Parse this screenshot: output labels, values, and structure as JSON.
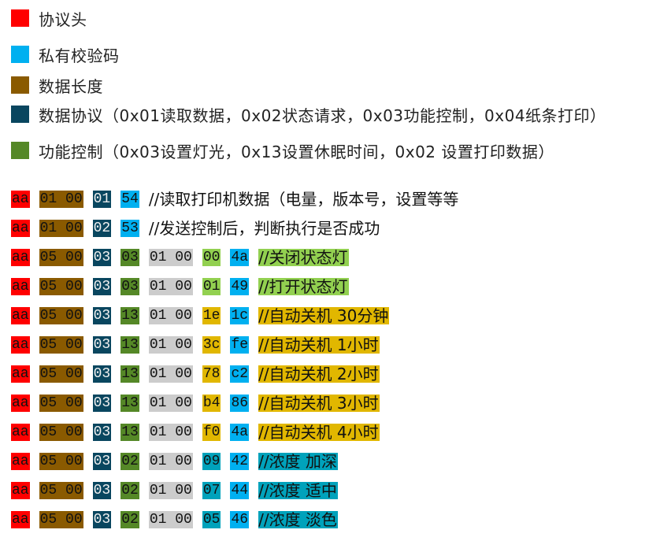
{
  "colors": {
    "header": "#ff0000",
    "checksum": "#00b0f0",
    "length": "#8a5a00",
    "protocol": "#09465f",
    "function": "#558827",
    "payload": "#cccccc",
    "light_green": "#92d050",
    "gold": "#e1b700",
    "teal": "#00a2bb"
  },
  "legend": [
    {
      "label": "协议头",
      "color": "#ff0000"
    },
    {
      "label": "私有校验码",
      "color": "#00b0f0"
    },
    {
      "label": "数据长度",
      "color": "#8a5a00"
    },
    {
      "label": "数据协议（0x01读取数据，0x02状态请求，0x03功能控制，0x04纸条打印）",
      "color": "#09465f"
    },
    {
      "label": "功能控制（0x03设置灯光，0x13设置休眠时间，0x02 设置打印数据）",
      "color": "#558827"
    }
  ],
  "rows": [
    {
      "segments": [
        {
          "t": "aa",
          "c": "#ff0000"
        },
        {
          "t": "01 00",
          "c": "#8a5a00"
        },
        {
          "t": "01",
          "c": "#09465f",
          "light": true
        },
        {
          "t": "54",
          "c": "#00b0f0"
        }
      ],
      "comment": {
        "t": "//读取打印机数据（电量，版本号，设置等等",
        "c": ""
      }
    },
    {
      "segments": [
        {
          "t": "aa",
          "c": "#ff0000"
        },
        {
          "t": "01 00",
          "c": "#8a5a00"
        },
        {
          "t": "02",
          "c": "#09465f",
          "light": true
        },
        {
          "t": "53",
          "c": "#00b0f0"
        }
      ],
      "comment": {
        "t": "//发送控制后，判断执行是否成功",
        "c": ""
      }
    },
    {
      "segments": [
        {
          "t": "aa",
          "c": "#ff0000"
        },
        {
          "t": "05 00",
          "c": "#8a5a00"
        },
        {
          "t": "03",
          "c": "#09465f",
          "light": true
        },
        {
          "t": "03",
          "c": "#558827"
        },
        {
          "t": "01 00",
          "c": "#cccccc"
        },
        {
          "t": "00",
          "c": "#92d050"
        },
        {
          "t": "4a",
          "c": "#00b0f0"
        }
      ],
      "comment": {
        "t": "//关闭状态灯",
        "c": "#92d050"
      }
    },
    {
      "segments": [
        {
          "t": "aa",
          "c": "#ff0000"
        },
        {
          "t": "05 00",
          "c": "#8a5a00"
        },
        {
          "t": "03",
          "c": "#09465f",
          "light": true
        },
        {
          "t": "03",
          "c": "#558827"
        },
        {
          "t": "01 00",
          "c": "#cccccc"
        },
        {
          "t": "01",
          "c": "#92d050"
        },
        {
          "t": "49",
          "c": "#00b0f0"
        }
      ],
      "comment": {
        "t": "//打开状态灯",
        "c": "#92d050"
      }
    },
    {
      "segments": [
        {
          "t": "aa",
          "c": "#ff0000"
        },
        {
          "t": "05 00",
          "c": "#8a5a00"
        },
        {
          "t": "03",
          "c": "#09465f",
          "light": true
        },
        {
          "t": "13",
          "c": "#558827"
        },
        {
          "t": "01 00",
          "c": "#cccccc"
        },
        {
          "t": "1e",
          "c": "#e1b700"
        },
        {
          "t": "1c",
          "c": "#00b0f0"
        }
      ],
      "comment": {
        "t": "//自动关机 30分钟",
        "c": "#e1b700"
      }
    },
    {
      "segments": [
        {
          "t": "aa",
          "c": "#ff0000"
        },
        {
          "t": "05 00",
          "c": "#8a5a00"
        },
        {
          "t": "03",
          "c": "#09465f",
          "light": true
        },
        {
          "t": "13",
          "c": "#558827"
        },
        {
          "t": "01 00",
          "c": "#cccccc"
        },
        {
          "t": "3c",
          "c": "#e1b700"
        },
        {
          "t": "fe",
          "c": "#00b0f0"
        }
      ],
      "comment": {
        "t": "//自动关机 1小时",
        "c": "#e1b700"
      }
    },
    {
      "segments": [
        {
          "t": "aa",
          "c": "#ff0000"
        },
        {
          "t": "05 00",
          "c": "#8a5a00"
        },
        {
          "t": "03",
          "c": "#09465f",
          "light": true
        },
        {
          "t": "13",
          "c": "#558827"
        },
        {
          "t": "01 00",
          "c": "#cccccc"
        },
        {
          "t": "78",
          "c": "#e1b700"
        },
        {
          "t": "c2",
          "c": "#00b0f0"
        }
      ],
      "comment": {
        "t": "//自动关机 2小时",
        "c": "#e1b700"
      }
    },
    {
      "segments": [
        {
          "t": "aa",
          "c": "#ff0000"
        },
        {
          "t": "05 00",
          "c": "#8a5a00"
        },
        {
          "t": "03",
          "c": "#09465f",
          "light": true
        },
        {
          "t": "13",
          "c": "#558827"
        },
        {
          "t": "01 00",
          "c": "#cccccc"
        },
        {
          "t": "b4",
          "c": "#e1b700"
        },
        {
          "t": "86",
          "c": "#00b0f0"
        }
      ],
      "comment": {
        "t": "//自动关机 3小时",
        "c": "#e1b700"
      }
    },
    {
      "segments": [
        {
          "t": "aa",
          "c": "#ff0000"
        },
        {
          "t": "05 00",
          "c": "#8a5a00"
        },
        {
          "t": "03",
          "c": "#09465f",
          "light": true
        },
        {
          "t": "13",
          "c": "#558827"
        },
        {
          "t": "01 00",
          "c": "#cccccc"
        },
        {
          "t": "f0",
          "c": "#e1b700"
        },
        {
          "t": "4a",
          "c": "#00b0f0"
        }
      ],
      "comment": {
        "t": "//自动关机 4小时",
        "c": "#e1b700"
      }
    },
    {
      "segments": [
        {
          "t": "aa",
          "c": "#ff0000"
        },
        {
          "t": "05 00",
          "c": "#8a5a00"
        },
        {
          "t": "03",
          "c": "#09465f",
          "light": true
        },
        {
          "t": "02",
          "c": "#558827"
        },
        {
          "t": "01 00",
          "c": "#cccccc"
        },
        {
          "t": "09",
          "c": "#00a2bb"
        },
        {
          "t": "42",
          "c": "#00b0f0"
        }
      ],
      "comment": {
        "t": "//浓度 加深",
        "c": "#00a2bb"
      }
    },
    {
      "segments": [
        {
          "t": "aa",
          "c": "#ff0000"
        },
        {
          "t": "05 00",
          "c": "#8a5a00"
        },
        {
          "t": "03",
          "c": "#09465f",
          "light": true
        },
        {
          "t": "02",
          "c": "#558827"
        },
        {
          "t": "01 00",
          "c": "#cccccc"
        },
        {
          "t": "07",
          "c": "#00a2bb"
        },
        {
          "t": "44",
          "c": "#00b0f0"
        }
      ],
      "comment": {
        "t": "//浓度 适中",
        "c": "#00a2bb"
      }
    },
    {
      "segments": [
        {
          "t": "aa",
          "c": "#ff0000"
        },
        {
          "t": "05 00",
          "c": "#8a5a00"
        },
        {
          "t": "03",
          "c": "#09465f",
          "light": true
        },
        {
          "t": "02",
          "c": "#558827"
        },
        {
          "t": "01 00",
          "c": "#cccccc"
        },
        {
          "t": "05",
          "c": "#00a2bb"
        },
        {
          "t": "46",
          "c": "#00b0f0"
        }
      ],
      "comment": {
        "t": "//浓度 淡色",
        "c": "#00a2bb"
      }
    }
  ]
}
